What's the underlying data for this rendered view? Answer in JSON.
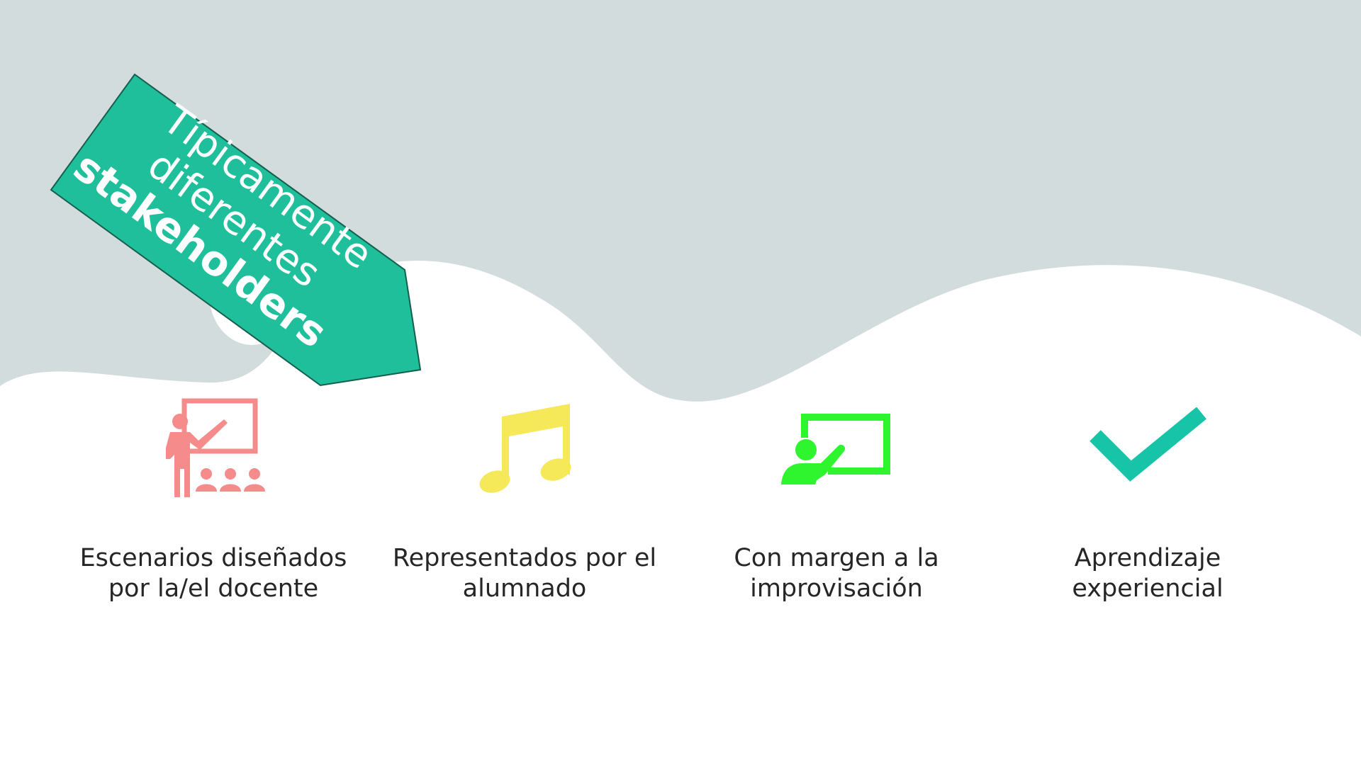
{
  "ribbon": {
    "line1": "Típicamente",
    "line2": "diferentes",
    "line3": "stakeholders",
    "color": "#1fbf9b",
    "border": "#155e4e"
  },
  "features": [
    {
      "icon": "teacher-presentation-icon",
      "color": "#f58b8b",
      "line1": "Escenarios diseñados",
      "line2": "por la/el docente"
    },
    {
      "icon": "music-note-icon",
      "color": "#f5e95a",
      "line1": "Representados por el",
      "line2": "alumnado"
    },
    {
      "icon": "presenter-screen-icon",
      "color": "#2ef52e",
      "line1": "Con margen a la",
      "line2": "improvisación"
    },
    {
      "icon": "checkmark-icon",
      "color": "#17c4a8",
      "line1": "Aprendizaje",
      "line2": "experiencial"
    }
  ],
  "colors": {
    "background_wave": "#d3dcdc",
    "text": "#262626"
  }
}
